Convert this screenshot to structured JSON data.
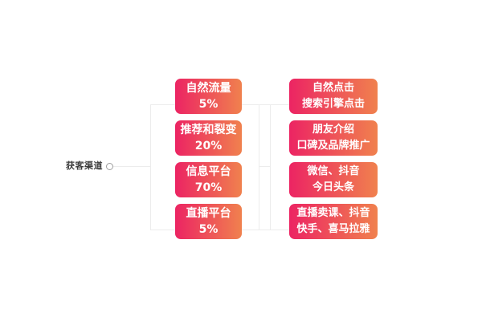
{
  "diagram": {
    "root": {
      "label": "获客渠道"
    },
    "left_nodes": [
      {
        "line1": "自然流量",
        "line2": "5%"
      },
      {
        "line1": "推荐和裂变",
        "line2": "20%"
      },
      {
        "line1": "信息平台",
        "line2": "70%"
      },
      {
        "line1": "直播平台",
        "line2": "5%"
      }
    ],
    "right_nodes": [
      {
        "line1": "自然点击",
        "line2": "搜索引擎点击"
      },
      {
        "line1": "朋友介绍",
        "line2": "口碑及品牌推广"
      },
      {
        "line1": "微信、抖音",
        "line2": "今日头条"
      },
      {
        "line1": "直播卖课、抖音",
        "line2": "快手、喜马拉雅"
      }
    ],
    "colors": {
      "node_gradient_start": "#ec2463",
      "node_gradient_end": "#f0814e",
      "node_text": "#ffffff",
      "root_text": "#3b3b3b",
      "connector": "#ececec",
      "background": "#ffffff"
    }
  }
}
